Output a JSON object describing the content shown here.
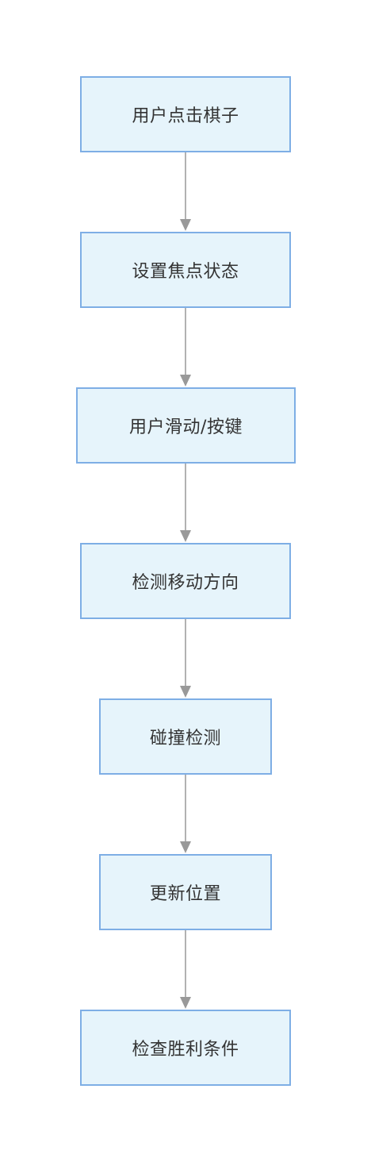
{
  "diagram": {
    "nodes": [
      {
        "id": "n1",
        "label": "用户点击棋子"
      },
      {
        "id": "n2",
        "label": "设置焦点状态"
      },
      {
        "id": "n3",
        "label": "用户滑动/按键"
      },
      {
        "id": "n4",
        "label": "检测移动方向"
      },
      {
        "id": "n5",
        "label": "碰撞检测"
      },
      {
        "id": "n6",
        "label": "更新位置"
      },
      {
        "id": "n7",
        "label": "检查胜利条件"
      }
    ],
    "edges": [
      {
        "from": "n1",
        "to": "n2"
      },
      {
        "from": "n2",
        "to": "n3"
      },
      {
        "from": "n3",
        "to": "n4"
      },
      {
        "from": "n4",
        "to": "n5"
      },
      {
        "from": "n5",
        "to": "n6"
      },
      {
        "from": "n6",
        "to": "n7"
      }
    ],
    "colors": {
      "node_fill": "#e6f4fb",
      "node_border": "#7eaee5",
      "edge": "#999999",
      "text": "#333333"
    }
  }
}
